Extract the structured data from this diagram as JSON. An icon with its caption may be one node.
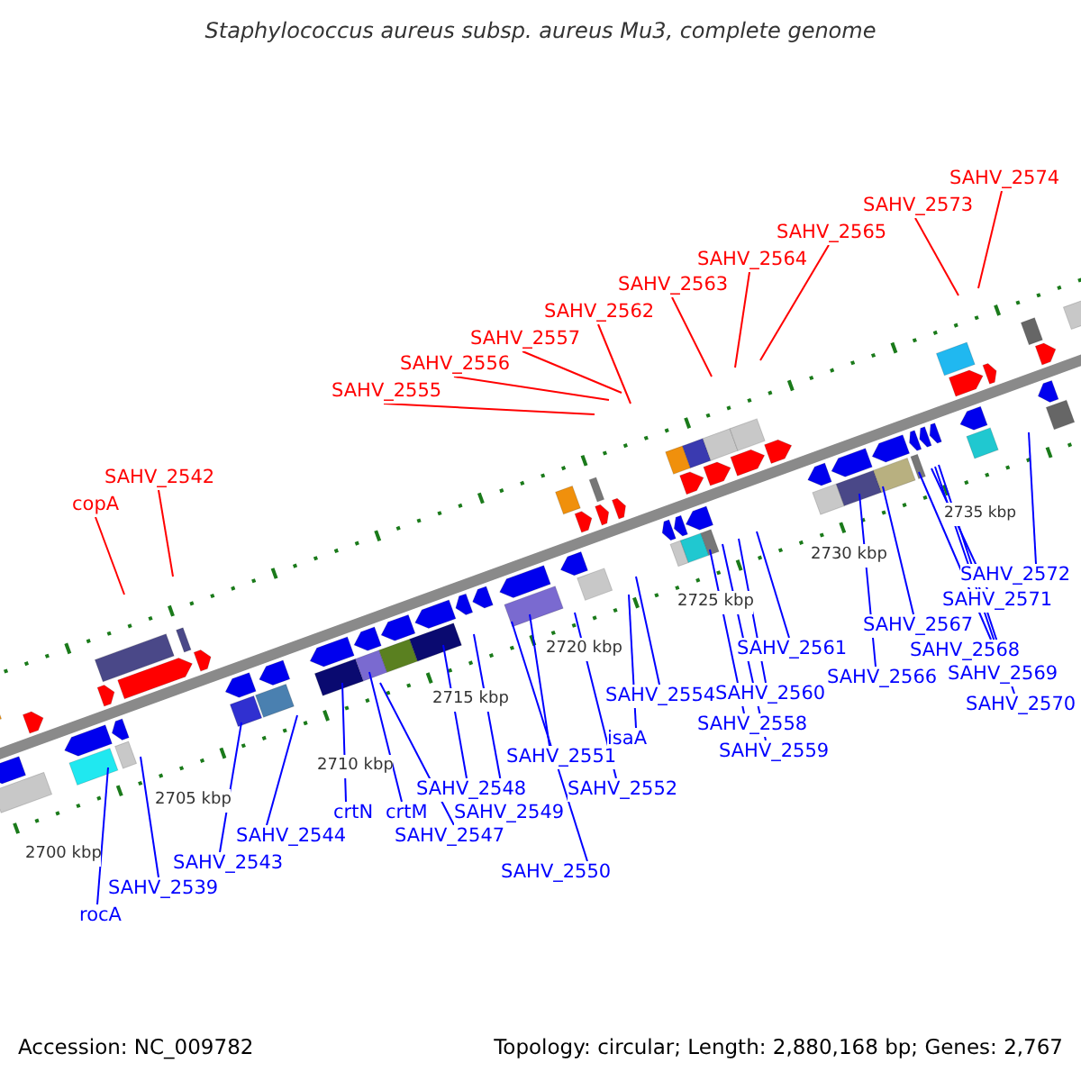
{
  "diagram": {
    "title": "Staphylococcus aureus subsp. aureus Mu3, complete genome",
    "nodes": [
      {
        "text": [
          "SAHV_2574"
        ]
      },
      {
        "text": [
          "SAHV_2573"
        ]
      },
      {
        "text": [
          "SAHV_2565"
        ]
      },
      {
        "text": [
          "SAHV_2564"
        ]
      },
      {
        "text": [
          "SAHV_2563"
        ]
      },
      {
        "text": [
          "SAHV_2562"
        ]
      },
      {
        "text": [
          "SAHV_2557"
        ]
      },
      {
        "text": [
          "SAHV_2556"
        ]
      },
      {
        "text": [
          "SAHV_2555"
        ]
      },
      {
        "text": [
          "SAHV_2542"
        ]
      },
      {
        "text": [
          "copA"
        ]
      },
      {
        "text": [
          "SAHV_2572"
        ]
      },
      {
        "text": [
          "SAHV_2571"
        ]
      },
      {
        "text": [
          "SAHV_2567"
        ]
      },
      {
        "text": [
          "SAHV_2561"
        ]
      },
      {
        "text": [
          "SAHV_2568"
        ]
      },
      {
        "text": [
          "SAHV_2566"
        ]
      },
      {
        "text": [
          "SAHV_2569"
        ]
      },
      {
        "text": [
          "SAHV_2560"
        ]
      },
      {
        "text": [
          "SAHV_2554"
        ]
      },
      {
        "text": [
          "SAHV_2570"
        ]
      },
      {
        "text": [
          "SAHV_2558"
        ]
      },
      {
        "text": [
          "isaA"
        ]
      },
      {
        "text": [
          "SAHV_2559"
        ]
      },
      {
        "text": [
          "SAHV_2551"
        ]
      },
      {
        "text": [
          "SAHV_2548"
        ]
      },
      {
        "text": [
          "SAHV_2552"
        ]
      },
      {
        "text": [
          "crtN"
        ]
      },
      {
        "text": [
          "crtM"
        ]
      },
      {
        "text": [
          "SAHV_2549"
        ]
      },
      {
        "text": [
          "SAHV_2547"
        ]
      },
      {
        "text": [
          "SAHV_2544"
        ]
      },
      {
        "text": [
          "SAHV_2543"
        ]
      },
      {
        "text": [
          "SAHV_2550"
        ]
      },
      {
        "text": [
          "SAHV_2539"
        ]
      },
      {
        "text": [
          "rocA"
        ]
      }
    ],
    "edges": [
      {
        "from": 0,
        "to": null,
        "arrow": "none",
        "color": "#ff0000"
      },
      {
        "from": 1,
        "to": null,
        "arrow": "none",
        "color": "#ff0000"
      },
      {
        "from": 2,
        "to": null,
        "arrow": "none",
        "color": "#ff0000"
      },
      {
        "from": 3,
        "to": null,
        "arrow": "none",
        "color": "#ff0000"
      },
      {
        "from": 4,
        "to": null,
        "arrow": "none",
        "color": "#ff0000"
      },
      {
        "from": 5,
        "to": null,
        "arrow": "none",
        "color": "#ff0000"
      },
      {
        "from": 6,
        "to": null,
        "arrow": "none",
        "color": "#ff0000"
      },
      {
        "from": 7,
        "to": null,
        "arrow": "none",
        "color": "#ff0000"
      },
      {
        "from": 8,
        "to": null,
        "arrow": "none",
        "color": "#ff0000"
      },
      {
        "from": 9,
        "to": null,
        "arrow": "none",
        "color": "#ff0000"
      },
      {
        "from": 10,
        "to": null,
        "arrow": "none",
        "color": "#ff0000"
      },
      {
        "from": 11,
        "to": null,
        "arrow": "none"
      },
      {
        "from": 12,
        "to": null,
        "arrow": "none"
      },
      {
        "from": 13,
        "to": null,
        "arrow": "none"
      },
      {
        "from": 14,
        "to": null,
        "arrow": "none"
      },
      {
        "from": 15,
        "to": null,
        "arrow": "none"
      },
      {
        "from": 16,
        "to": null,
        "arrow": "none"
      },
      {
        "from": 17,
        "to": null,
        "arrow": "none"
      },
      {
        "from": 18,
        "to": null,
        "arrow": "none"
      },
      {
        "from": 19,
        "to": null,
        "arrow": "none"
      },
      {
        "from": 20,
        "to": null,
        "arrow": "none"
      },
      {
        "from": 21,
        "to": null,
        "arrow": "none"
      },
      {
        "from": 22,
        "to": null,
        "arrow": "none"
      },
      {
        "from": 23,
        "to": null,
        "arrow": "none"
      },
      {
        "from": 24,
        "to": null,
        "arrow": "none"
      },
      {
        "from": 25,
        "to": null,
        "arrow": "none"
      },
      {
        "from": 26,
        "to": null,
        "arrow": "none"
      },
      {
        "from": 27,
        "to": null,
        "arrow": "none"
      },
      {
        "from": 28,
        "to": null,
        "arrow": "none"
      },
      {
        "from": 29,
        "to": null,
        "arrow": "none"
      },
      {
        "from": 30,
        "to": null,
        "arrow": "none"
      },
      {
        "from": 31,
        "to": null,
        "arrow": "none"
      },
      {
        "from": 32,
        "to": null,
        "arrow": "none"
      },
      {
        "from": 33,
        "to": null,
        "arrow": "none"
      },
      {
        "from": 34,
        "to": null,
        "arrow": "none"
      },
      {
        "from": 35,
        "to": null,
        "arrow": "none"
      }
    ],
    "labels": [
      "2735 kbp",
      "2730 kbp",
      "2725 kbp",
      "2720 kbp",
      "2715 kbp",
      "2710 kbp",
      "2705 kbp",
      "2700 kbp",
      "Accession: NC_009782",
      "Topology: circular; Length: 2,880,168 bp; Genes: 2,767"
    ]
  }
}
